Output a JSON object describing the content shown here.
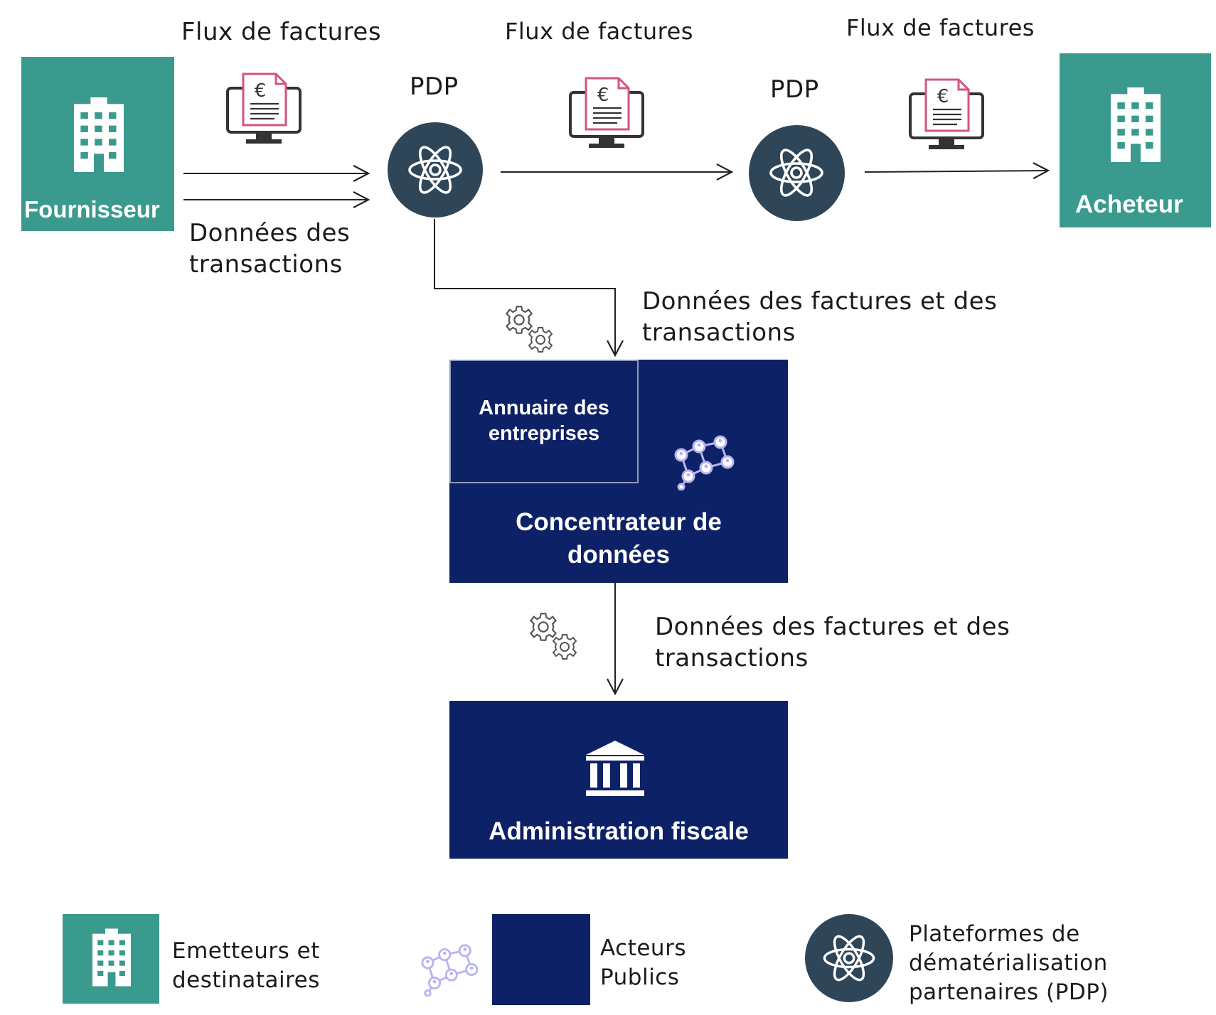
{
  "nodes": {
    "fournisseur": "Fournisseur",
    "acheteur": "Acheteur",
    "pdp_1": "PDP",
    "pdp_2": "PDP",
    "annuaire": [
      "Annuaire des",
      "entreprises"
    ],
    "concentrateur": [
      "Concentrateur de",
      "données"
    ],
    "administration": "Administration fiscale"
  },
  "flows": {
    "invoice_flow_1": "Flux de factures",
    "invoice_flow_2": "Flux de factures",
    "invoice_flow_3": "Flux de factures",
    "transactions": [
      "Données des",
      "transactions"
    ],
    "to_concentrateur": [
      "Données des factures et des",
      "transactions"
    ],
    "to_administration": [
      "Données des factures et des",
      "transactions"
    ]
  },
  "legend": {
    "emetteurs": [
      "Emetteurs et",
      "destinataires"
    ],
    "acteurs": [
      "Acteurs",
      "Publics"
    ],
    "pdp": [
      "Plateformes de",
      "dématérialisation",
      "partenaires (PDP)"
    ]
  },
  "colors": {
    "teal": "#3a9a8e",
    "navy": "#0d2266",
    "pdp_circle": "#2f4558",
    "invoice_accent": "#d4557a",
    "network_icon": "#b8b4f0"
  },
  "icons": {
    "building": "building-icon",
    "pdp": "atom-icon",
    "invoice": "invoice-monitor-icon",
    "gears": "gears-icon",
    "network": "network-icon",
    "institution": "institution-icon"
  }
}
